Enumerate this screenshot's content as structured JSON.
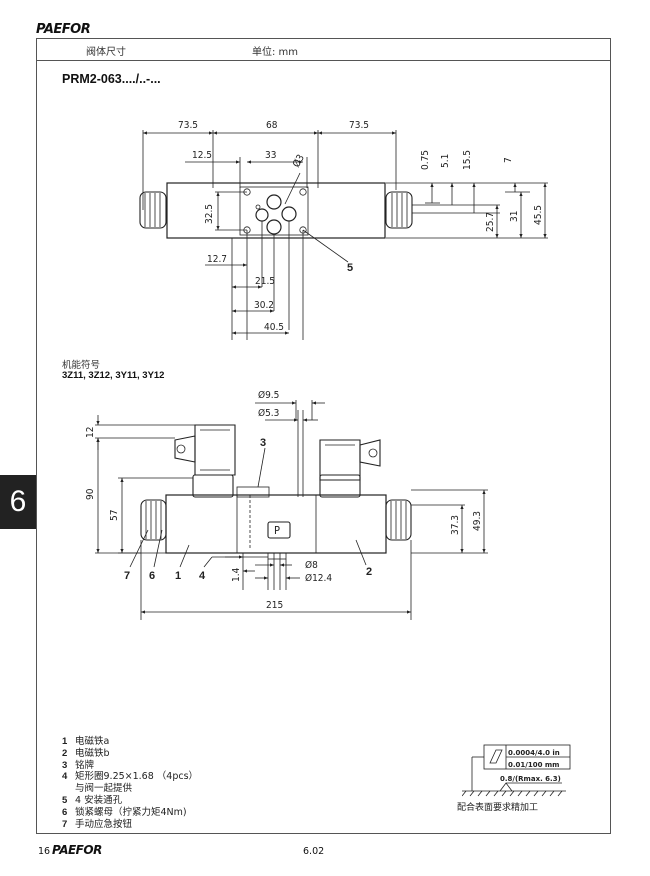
{
  "brand": "PAEFOR",
  "header": {
    "dim_label": "阀体尺寸",
    "unit_label": "单位: mm"
  },
  "model_title": "PRM2-063..../..-...",
  "section_tab": "6",
  "top_view": {
    "dims": [
      "73.5",
      "68",
      "73.5",
      "12.5",
      "33",
      "Ø3",
      "32.5",
      "12.7",
      "21.5",
      "30.2",
      "40.5",
      "0.75",
      "5.1",
      "15.5",
      "7",
      "25.7",
      "31",
      "45.5"
    ],
    "callout": "5"
  },
  "symbol": {
    "label": "机能符号",
    "codes": "3Z11, 3Z12, 3Y11, 3Y12"
  },
  "front_view": {
    "dims": [
      "Ø9.5",
      "Ø5.3",
      "12",
      "90",
      "57",
      "37.3",
      "49.3",
      "1.4",
      "Ø8",
      "Ø12.4",
      "215"
    ],
    "plate_letter": "P",
    "callouts": [
      "3",
      "7",
      "6",
      "1",
      "4",
      "2"
    ]
  },
  "legend": [
    {
      "num": "1",
      "text": "电磁铁a"
    },
    {
      "num": "2",
      "text": "电磁铁b"
    },
    {
      "num": "3",
      "text": "铭牌"
    },
    {
      "num": "4",
      "text": "矩形圈9.25×1.68 （4pcs）",
      "cont": "与阀一起提供"
    },
    {
      "num": "5",
      "text": "4 安装通孔"
    },
    {
      "num": "6",
      "text": "锁紧螺母（拧紧力矩4Nm)"
    },
    {
      "num": "7",
      "text": "手动应急按钮"
    }
  ],
  "tolerance": {
    "flatness1": "0.0004/4.0 in",
    "flatness2": "0.01/100 mm",
    "roughness": "0.8/(Rmax. 6.3)",
    "label": "配合表面要求精加工"
  },
  "footer": {
    "page": "16",
    "version": "6.02"
  }
}
